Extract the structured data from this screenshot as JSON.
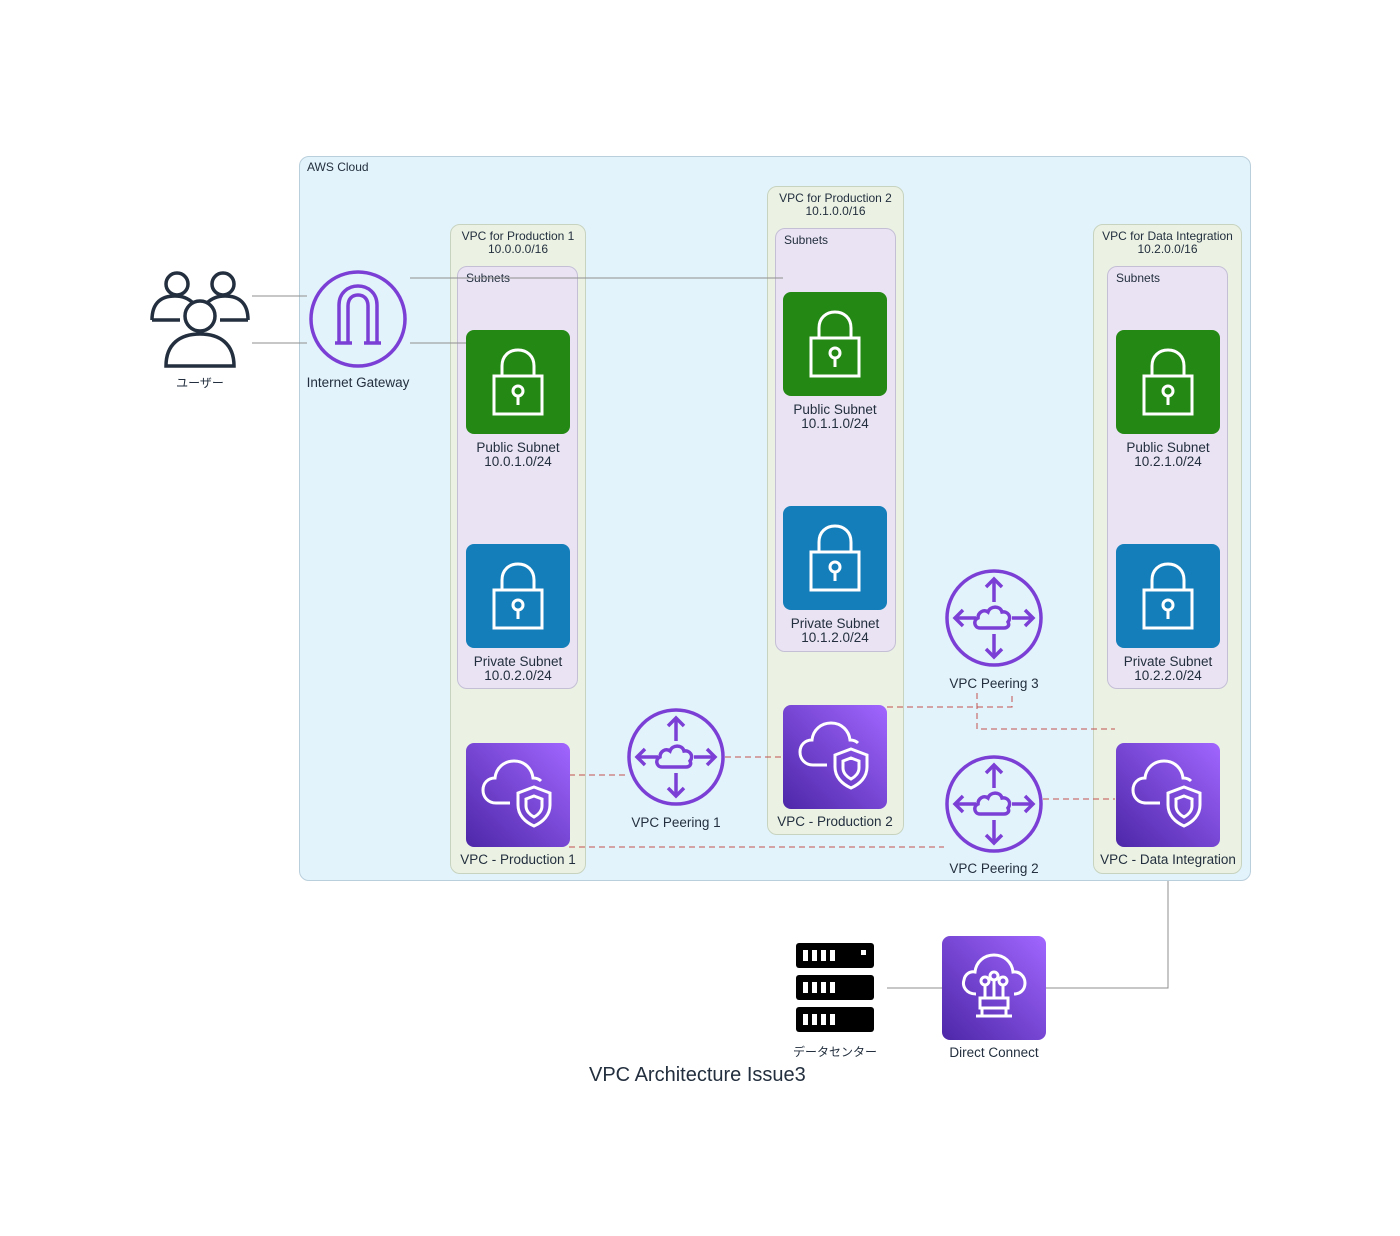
{
  "diagram": {
    "title": "VPC Architecture Issue3",
    "aws_cloud": {
      "label": "AWS Cloud"
    },
    "users": {
      "label": "ユーザー",
      "icon": "users-icon"
    },
    "internet_gateway": {
      "label": "Internet Gateway",
      "icon": "internet-gateway-icon"
    },
    "vpcs": [
      {
        "name": "VPC for Production 1",
        "cidr": "10.0.0.0/16",
        "subnets_label": "Subnets",
        "public_subnet": {
          "name": "Public Subnet",
          "cidr": "10.0.1.0/24"
        },
        "private_subnet": {
          "name": "Private Subnet",
          "cidr": "10.0.2.0/24"
        },
        "vpc_node": "VPC - Production 1"
      },
      {
        "name": "VPC for Production 2",
        "cidr": "10.1.0.0/16",
        "subnets_label": "Subnets",
        "public_subnet": {
          "name": "Public Subnet",
          "cidr": "10.1.1.0/24"
        },
        "private_subnet": {
          "name": "Private Subnet",
          "cidr": "10.1.2.0/24"
        },
        "vpc_node": "VPC - Production 2"
      },
      {
        "name": "VPC for Data Integration",
        "cidr": "10.2.0.0/16",
        "subnets_label": "Subnets",
        "public_subnet": {
          "name": "Public Subnet",
          "cidr": "10.2.1.0/24"
        },
        "private_subnet": {
          "name": "Private Subnet",
          "cidr": "10.2.2.0/24"
        },
        "vpc_node": "VPC - Data Integration"
      }
    ],
    "peerings": [
      {
        "label": "VPC Peering 1"
      },
      {
        "label": "VPC Peering 2"
      },
      {
        "label": "VPC Peering 3"
      }
    ],
    "datacenter": {
      "label": "データセンター",
      "icon": "server-rack-icon"
    },
    "direct_connect": {
      "label": "Direct Connect",
      "icon": "direct-connect-icon"
    }
  },
  "colors": {
    "cloud_bg": "#e3f3fb",
    "vpc_bg": "#ebf2e4",
    "subnets_bg": "#e9e3f3",
    "public_subnet": "#248814",
    "private_subnet": "#147eba",
    "vpc_gradient_start": "#4d27a8",
    "vpc_gradient_end": "#a166ff",
    "peering_ring": "#7b3fd6",
    "edge_solid": "#8f8f8f",
    "edge_dashed": "#c0504d"
  }
}
